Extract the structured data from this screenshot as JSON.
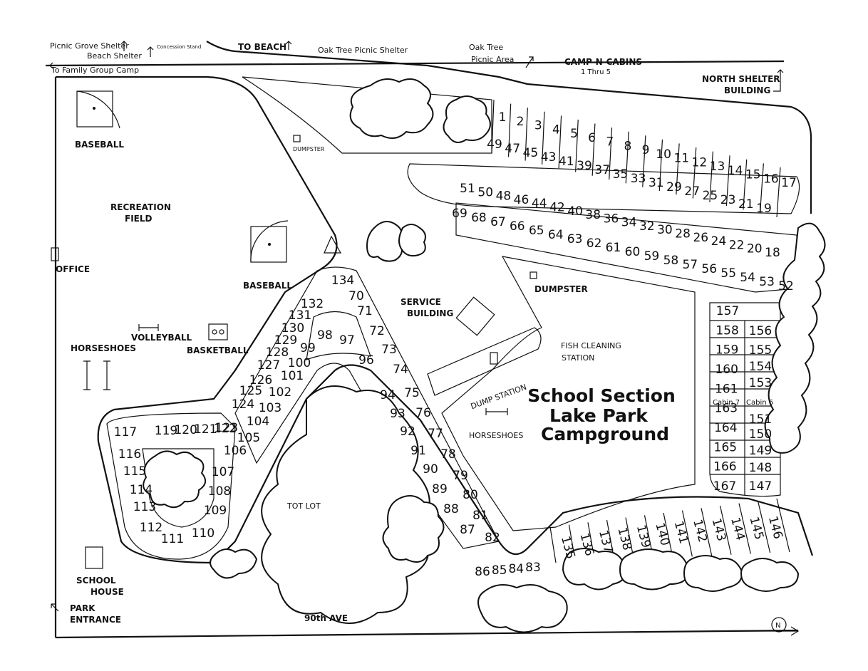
{
  "title": {
    "line1": "School Section",
    "line2": "Lake Park",
    "line3": "Campground"
  },
  "top_labels": {
    "picnic_grove": "Picnic Grove Shelter",
    "beach_shelter": "Beach Shelter",
    "concession": "Concession Stand",
    "family_group": "To Family Group Camp",
    "to_beach": "TO BEACH",
    "oak_shelter": "Oak Tree Picnic Shelter",
    "oak_area_1": "Oak Tree",
    "oak_area_2": "Picnic Area",
    "camp_n_cabins": "CAMP-N-CABINS",
    "camp_n_cabins_sub": "1 Thru 5",
    "north_shelter_1": "NORTH SHELTER",
    "north_shelter_2": "BUILDING"
  },
  "facilities": {
    "baseball_1": "BASEBALL",
    "baseball_2": "BASEBALL",
    "recreation_1": "RECREATION",
    "recreation_2": "FIELD",
    "office": "OFFICE",
    "volleyball": "VOLLEYBALL",
    "basketball": "BASKETBALL",
    "horseshoes_1": "HORSESHOES",
    "horseshoes_2": "HORSESHOES",
    "dumpster_1": "DUMPSTER",
    "dumpster_2": "DUMPSTER",
    "service_1": "SERVICE",
    "service_2": "BUILDING",
    "fish_1": "FISH CLEANING",
    "fish_2": "STATION",
    "dump_station": "DUMP STATION",
    "tot_lot": "TOT LOT",
    "school_1": "SCHOOL",
    "school_2": "HOUSE",
    "entrance_1": "PARK",
    "entrance_2": "ENTRANCE",
    "avenue": "90th AVE",
    "cabin_7": "Cabin 7",
    "cabin_6": "Cabin 6",
    "north_symbol": "N"
  },
  "sites": {
    "row_top": [
      "1",
      "2",
      "3",
      "4",
      "5",
      "6",
      "7",
      "8",
      "9",
      "10",
      "11",
      "12",
      "13",
      "14",
      "15",
      "16",
      "17"
    ],
    "row_top_inner": [
      "49",
      "47",
      "45",
      "43",
      "41",
      "39",
      "37",
      "35",
      "33",
      "31",
      "29",
      "27",
      "25",
      "23",
      "21",
      "19"
    ],
    "row_mid": [
      "51",
      "50",
      "48",
      "46",
      "44",
      "42",
      "40",
      "38",
      "36",
      "34",
      "32",
      "30",
      "28",
      "26",
      "24",
      "22",
      "20",
      "18"
    ],
    "row_bottom": [
      "69",
      "68",
      "67",
      "66",
      "65",
      "64",
      "63",
      "62",
      "61",
      "60",
      "59",
      "58",
      "57",
      "56",
      "55",
      "54",
      "53",
      "52"
    ],
    "east_left": [
      "157",
      "158",
      "159",
      "160",
      "161",
      "163",
      "164",
      "165",
      "166",
      "167"
    ],
    "east_right": [
      "156",
      "155",
      "154",
      "153",
      "151",
      "150",
      "149",
      "148",
      "147"
    ],
    "south_arc": [
      "135",
      "136",
      "137",
      "138",
      "139",
      "140",
      "141",
      "142",
      "143",
      "144",
      "145",
      "146"
    ],
    "south_low": [
      "86",
      "85",
      "84",
      "83"
    ],
    "loop_outer_left": [
      "117",
      "116",
      "115",
      "114",
      "113",
      "112",
      "111",
      "110"
    ],
    "loop_top": [
      "119",
      "120",
      "121",
      "122"
    ],
    "loop_inner": [
      "109",
      "108",
      "107",
      "106",
      "105",
      "104",
      "103",
      "102",
      "101",
      "100",
      "99",
      "98",
      "97",
      "96"
    ],
    "west_band": [
      "123",
      "124",
      "125",
      "126",
      "127",
      "128",
      "129",
      "130",
      "131",
      "132",
      "134"
    ],
    "center_band": [
      "70",
      "71",
      "72",
      "73",
      "74",
      "75",
      "76",
      "77",
      "78",
      "79",
      "80",
      "81",
      "82",
      "87",
      "88",
      "89",
      "90",
      "91",
      "92",
      "93",
      "94"
    ]
  },
  "colors": {
    "ink": "#111111",
    "paper": "#ffffff"
  }
}
